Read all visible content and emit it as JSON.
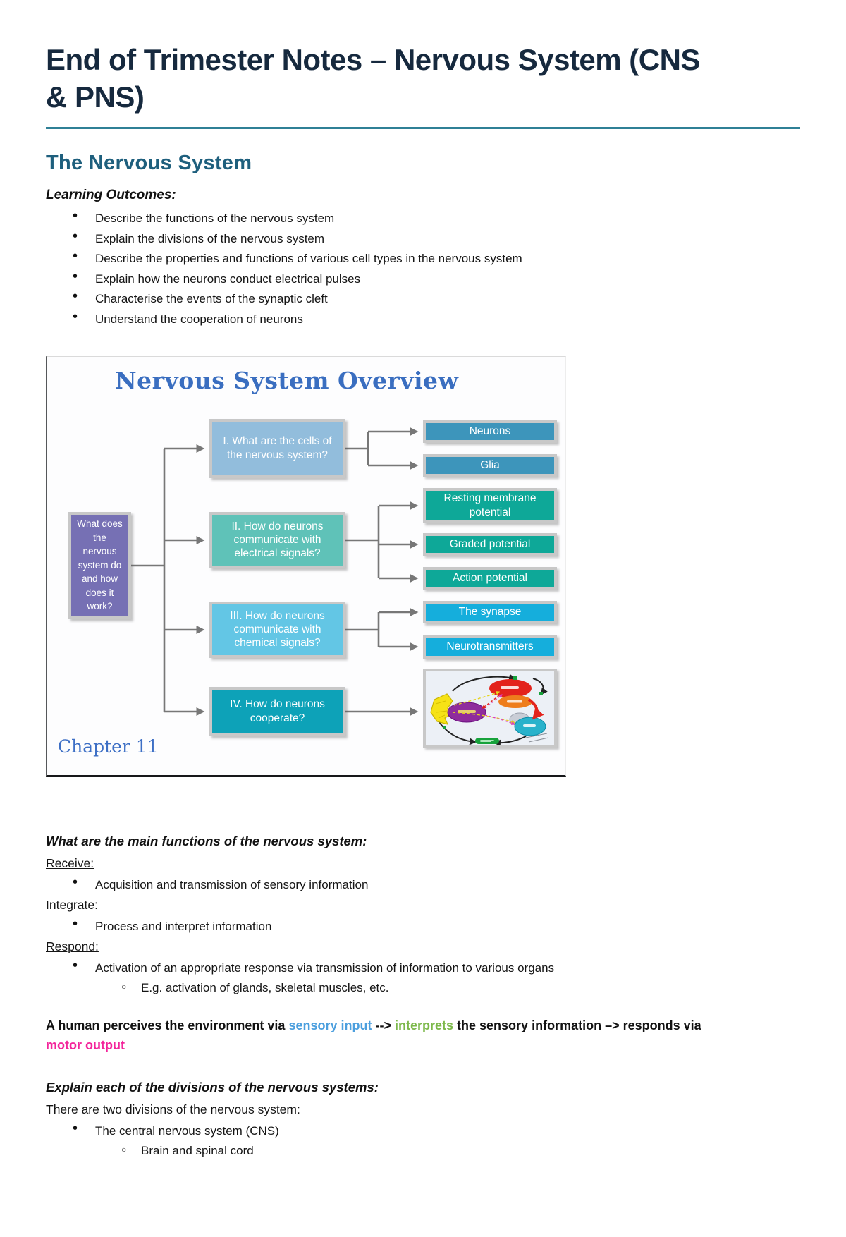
{
  "page": {
    "title": "End of Trimester Notes – Nervous System (CNS & PNS)"
  },
  "section": {
    "heading": "The Nervous System",
    "learning_outcomes_label": "Learning Outcomes:",
    "learning_outcomes": [
      "Describe the functions of the nervous system",
      "Explain the divisions of the nervous system",
      "Describe the properties and functions of various cell types in the nervous system",
      "Explain how the neurons conduct electrical pulses",
      "Characterise the events of the synaptic cleft",
      "Understand the cooperation of neurons"
    ]
  },
  "diagram": {
    "title": "Nervous System Overview",
    "chapter": "Chapter 11",
    "root_box": {
      "label": "What does the nervous system do and how does it work?",
      "color": "#7670B4"
    },
    "question_boxes": [
      {
        "label": "I. What are the cells of the nervous system?",
        "color": "#92BDDC"
      },
      {
        "label": "II. How do neurons communicate with electrical signals?",
        "color": "#5FC2B8"
      },
      {
        "label": "III. How do neurons communicate with chemical signals?",
        "color": "#63C6E5"
      },
      {
        "label": "IV. How do neurons cooperate?",
        "color": "#0DA2B8"
      }
    ],
    "topic_boxes": [
      {
        "label": "Neurons",
        "color": "#3D95BB"
      },
      {
        "label": "Glia",
        "color": "#3D95BB"
      },
      {
        "label": "Resting membrane potential",
        "color": "#0EA898"
      },
      {
        "label": "Graded potential",
        "color": "#0EA898"
      },
      {
        "label": "Action potential",
        "color": "#0EA898"
      },
      {
        "label": "The synapse",
        "color": "#15AEDC"
      },
      {
        "label": "Neurotransmitters",
        "color": "#15AEDC"
      }
    ],
    "illustration": "neuron-cooperation-illustration",
    "colors": {
      "title": "#3A6EC0",
      "arrow": "#777777",
      "box_border": "#C8C8C8"
    }
  },
  "functions_section": {
    "heading": "What are the main functions of the nervous system:",
    "groups": [
      {
        "label": "Receive:",
        "items": [
          "Acquisition and transmission of sensory information"
        ],
        "subitems": []
      },
      {
        "label": "Integrate:",
        "items": [
          "Process and interpret information"
        ],
        "subitems": []
      },
      {
        "label": "Respond:",
        "items": [
          "Activation of an appropriate response via transmission of information to various organs"
        ],
        "subitems": [
          "E.g. activation of glands, skeletal muscles, etc."
        ]
      }
    ],
    "summary": {
      "part1": "A human perceives the environment via ",
      "sensory": "sensory input",
      "arrow1": " --> ",
      "interprets": "interprets",
      "part2": " the sensory information –> responds via ",
      "motor": "motor output",
      "colors": {
        "sensory": "#4C9FDE",
        "interprets": "#7CB84A",
        "motor": "#F3259B"
      }
    }
  },
  "divisions_section": {
    "heading": "Explain each of the divisions of the nervous systems:",
    "intro": "There are two divisions of the nervous system:",
    "items": [
      {
        "label": "The central nervous system (CNS)",
        "subitems": [
          "Brain and spinal cord"
        ]
      }
    ]
  }
}
